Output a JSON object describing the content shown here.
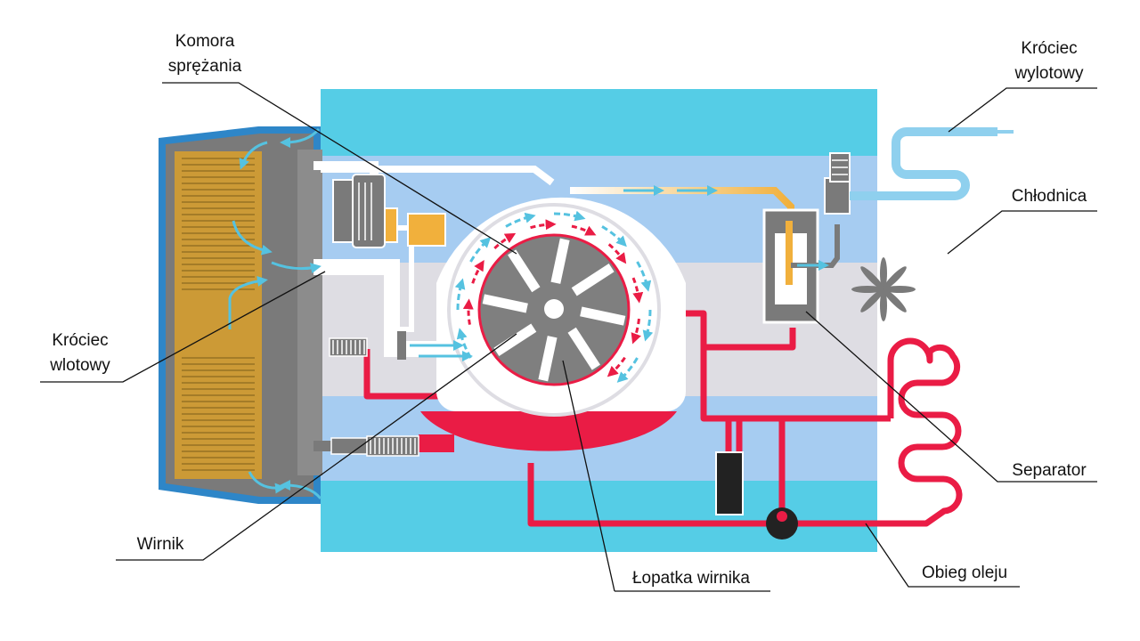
{
  "labels": {
    "compression_chamber": [
      "Komora",
      "sprężania"
    ],
    "outlet_port": [
      "Króciec",
      "wylotowy"
    ],
    "cooler": "Chłodnica",
    "inlet_port": [
      "Króciec",
      "wlotowy"
    ],
    "separator": "Separator",
    "rotor": "Wirnik",
    "rotor_blade": "Łopatka wirnika",
    "oil_circuit": "Obieg oleju"
  },
  "colors": {
    "housing_band": "#55cde6",
    "mid_band": "#a6ccf1",
    "light_band": "#dedde3",
    "filter_body": "#7a7a7a",
    "filter_element": "#cc9a36",
    "filter_frame": "#2e86c8",
    "oil": "#ea1c45",
    "air_flow": "#55c2e0",
    "rotor": "#7f7f7f",
    "valve": "#f1b03c",
    "dark_part": "#222222"
  }
}
